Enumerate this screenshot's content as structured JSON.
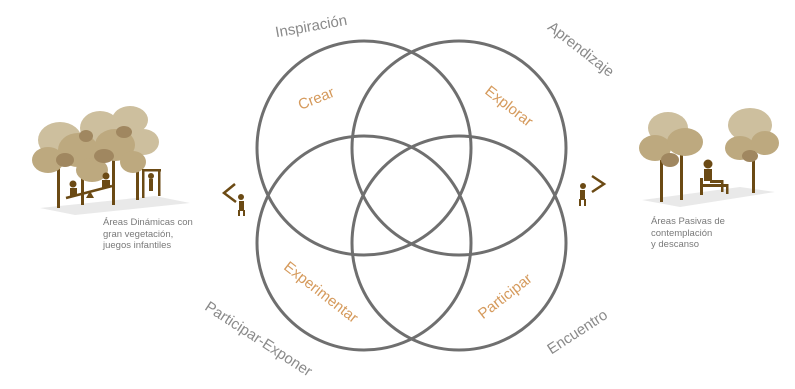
{
  "colors": {
    "circle_stroke": "#6f6f6f",
    "outer_label": "#8a8a8a",
    "inner_label": "#d59a5c",
    "tree_light": "#cdbf9e",
    "tree_mid": "#bda97f",
    "tree_dark": "#a08760",
    "figure_brown": "#6b4a14",
    "ground": "#e9e9e9",
    "caption_text": "#7a7a7a"
  },
  "venn": {
    "outer_labels": {
      "top_left": "Inspiración",
      "top_right": "Aprendizaje",
      "bottom_left": "Participar-Exponer",
      "bottom_right": "Encuentro"
    },
    "inner_labels": {
      "top_left": "Crear",
      "top_right": "Explorar",
      "bottom_left": "Experimentar",
      "bottom_right": "Participar"
    }
  },
  "left_panel": {
    "icon": "playground-trees-illustration",
    "caption_lines": [
      "Áreas Dinámicas con",
      "gran vegetación,",
      "juegos infantiles"
    ],
    "viewer_icon": "viewer-looking-icon"
  },
  "right_panel": {
    "icon": "bench-trees-illustration",
    "caption_lines": [
      "Áreas Pasivas de",
      "contemplación",
      "y descanso"
    ],
    "viewer_icon": "viewer-looking-icon"
  }
}
